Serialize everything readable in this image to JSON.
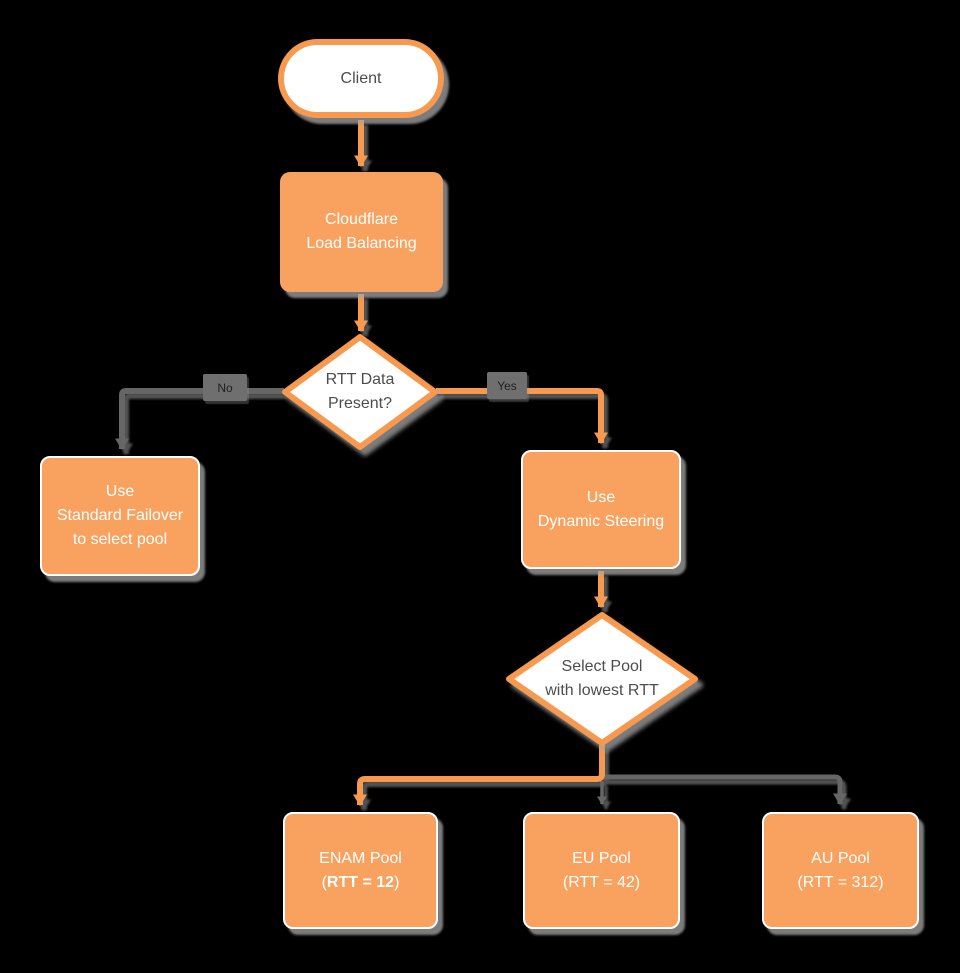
{
  "diagram": {
    "background_color": "#000000",
    "colors": {
      "node_orange_fill": "#F9A15E",
      "connector_orange": "#F7994F",
      "connector_gray": "#666666",
      "text_on_orange": "#FFFFFF",
      "text_dark": "#4D4D4D",
      "shadow_gray": "#A5A5A5",
      "edge_label_background": "#6F6F6F"
    },
    "nodes": {
      "client": {
        "label": "Client"
      },
      "cloudflare_lb": {
        "label": "Cloudflare\nLoad Balancing"
      },
      "rtt_decision": {
        "label": "RTT Data\nPresent?"
      },
      "standard_failover": {
        "label": "Use\nStandard Failover\nto select pool"
      },
      "dynamic_steering": {
        "label": "Use\nDynamic Steering"
      },
      "select_pool": {
        "label": "Select Pool\nwith lowest RTT"
      },
      "enam_pool": {
        "line1": "ENAM Pool",
        "line2_open": "(",
        "line2_bold": "RTT = 12",
        "line2_close": ")"
      },
      "eu_pool": {
        "line1": "EU Pool",
        "line2": "(RTT = 42)"
      },
      "au_pool": {
        "line1": "AU Pool",
        "line2": "(RTT = 312)"
      }
    },
    "edge_labels": {
      "no": "No",
      "yes": "Yes"
    }
  }
}
